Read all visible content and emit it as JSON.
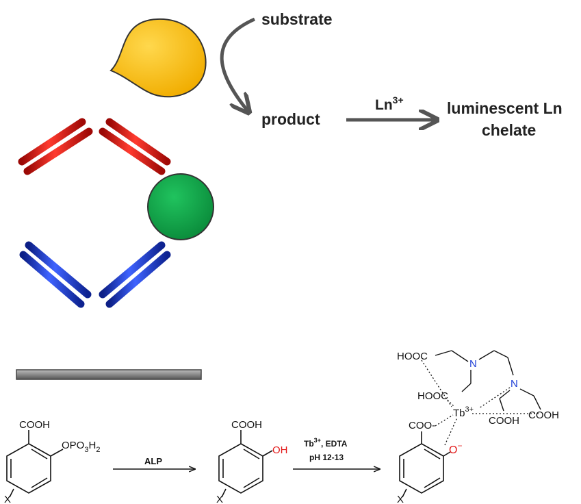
{
  "colors": {
    "primary_antibody": "#e8120c",
    "capture_antibody": "#1f3fd6",
    "enzyme": "#fbc116",
    "antigen": "#13a84a",
    "surface": "#8a8a8a",
    "arrow": "#555555",
    "oxygen": "#e31b1b",
    "nitrogen": "#1f3fd6"
  },
  "icons": {
    "enzyme": "enzyme-teardrop-icon",
    "antigen": "antigen-circle-icon",
    "primary_antibody": "y-antibody-icon",
    "capture_antibody": "y-antibody-icon"
  },
  "top": {
    "substrate": "substrate",
    "product": "product",
    "reagent_base": "Ln",
    "reagent_sup": "3+",
    "result_line1": "luminescent Ln",
    "result_line2": "chelate"
  },
  "bottom": {
    "reactant": {
      "cooh": "COOH",
      "phosphate_base": "OPO",
      "phosphate_sub1": "3",
      "phosphate_mid": "H",
      "phosphate_sub2": "2",
      "x": "X"
    },
    "step1_label": "ALP",
    "intermediate": {
      "cooh": "COOH",
      "oh": "OH",
      "x": "X"
    },
    "step2_line1_base": "Tb",
    "step2_line1_sup": "3+",
    "step2_line1_rest": ", EDTA",
    "step2_line2": "pH 12-13",
    "complex": {
      "hooc_top": "HOOC",
      "hooc_mid": "HOOC",
      "n1": "N",
      "n2": "N",
      "tb": "Tb",
      "tb_sup": "3+",
      "cooh_a": "COOH",
      "cooh_b": "COOH",
      "coo": "COO-",
      "o": "O",
      "o_sup": "−",
      "x": "X"
    }
  }
}
